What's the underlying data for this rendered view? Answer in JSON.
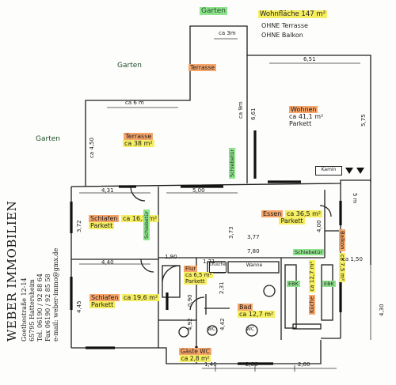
{
  "header": {
    "area_title": "Wohnfläche 147 m²",
    "note_1": "OHNE Terrasse",
    "note_2": "OHNE Balkon"
  },
  "outside": {
    "garten": [
      "Garten",
      "Garten",
      "Garten"
    ],
    "terrasse_small": "Terrasse"
  },
  "rooms": {
    "terrasse": {
      "name": "Terrasse",
      "area": "ca 38 m²"
    },
    "wohnen": {
      "name": "Wohnen",
      "area": "ca 41,1 m²",
      "floor": "Parkett"
    },
    "essen": {
      "name": "Essen",
      "area": "ca 36,5 m²",
      "floor": "Parkett"
    },
    "schlafen1": {
      "name": "Schlafen",
      "area": "ca 16,1 m²",
      "floor": "Parkett"
    },
    "schlafen2": {
      "name": "Schlafen",
      "area": "ca 19,6 m²",
      "floor": "Parkett"
    },
    "flur": {
      "name": "Flur",
      "area": "ca 6,5 m²",
      "floor": "Parkett"
    },
    "bad": {
      "name": "Bad",
      "area": "ca 12,7 m²"
    },
    "kueche": {
      "name": "Küche",
      "area": "ca 12,7 m²"
    },
    "balkon": {
      "name": "Balkon",
      "area": "ca 7,5 m²"
    },
    "gaeste": {
      "name": "Gäste WC",
      "area": "ca 2,8 m²"
    }
  },
  "labels": {
    "schiebetuer": "Schiebetür",
    "kamin": "Kamin",
    "dusche": "Dusche",
    "wanne": "Wanne",
    "ebk": "EBK",
    "wc": "WC"
  },
  "dimensions": {
    "ca3m": "ca 3m",
    "ca6m": "ca 6 m",
    "ca450": "ca 4,50",
    "ca9m": "ca 9m",
    "d661": "6,61",
    "d651": "6,51",
    "d575": "5,75",
    "d431": "4,31",
    "d500": "5,00",
    "d372": "3,72",
    "d373": "3,73",
    "d377": "3,77",
    "d400": "4,00",
    "d5m": "5 m",
    "d440": "4,40",
    "d190": "1,90",
    "d171": "1,71",
    "d780": "7,80",
    "ca150": "ca 1,50",
    "d445": "4,45",
    "d090": "0,90",
    "d231": "2,31",
    "d492": "4,92",
    "d442": "4,42",
    "d430": "4,30",
    "d146": "1,46",
    "d288": "2,88",
    "d280": "2,80"
  },
  "agency": {
    "name": "WEBER IMMOBILIEN",
    "street": "Goethestraße 12-14",
    "city": "65795 Hattersheim",
    "tel": "Tel. 06190 / 92 88 64",
    "fax": "Fax 06190 / 92 85 58",
    "email": "e-mail: weber-immo@gmx.de"
  }
}
